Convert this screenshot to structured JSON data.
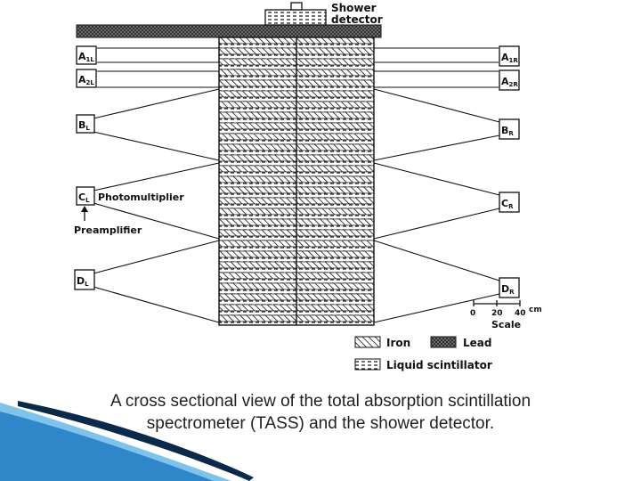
{
  "figure": {
    "shower_detector_label_line1": "Shower",
    "shower_detector_label_line2": "detector",
    "counters_left": [
      "A",
      "A",
      "B",
      "C",
      "D"
    ],
    "counters_left_sub": [
      "1L",
      "2L",
      "L",
      "L",
      "L"
    ],
    "counters_right": [
      "A",
      "A",
      "B",
      "C",
      "D"
    ],
    "counters_right_sub": [
      "1R",
      "2R",
      "R",
      "R",
      "R"
    ],
    "photomultiplier_label": "Photomultiplier",
    "preamplifier_label": "Preamplifier",
    "scale": {
      "title": "Scale",
      "ticks": [
        "0",
        "20",
        "40"
      ],
      "unit": "cm"
    },
    "legend": {
      "iron": "Iron",
      "lead": "Lead",
      "liquid_scintillator": "Liquid scintillator"
    }
  },
  "caption": {
    "line1": "A cross sectional view of the total absorption scintillation",
    "line2": "spectrometer (TASS) and the shower detector."
  },
  "colors": {
    "ink": "#111111",
    "caption_text": "#1f1f1f",
    "swoosh_dark": "#0b2a4a",
    "swoosh_blue": "#2f86c8",
    "swoosh_light": "#7fc2ea"
  }
}
